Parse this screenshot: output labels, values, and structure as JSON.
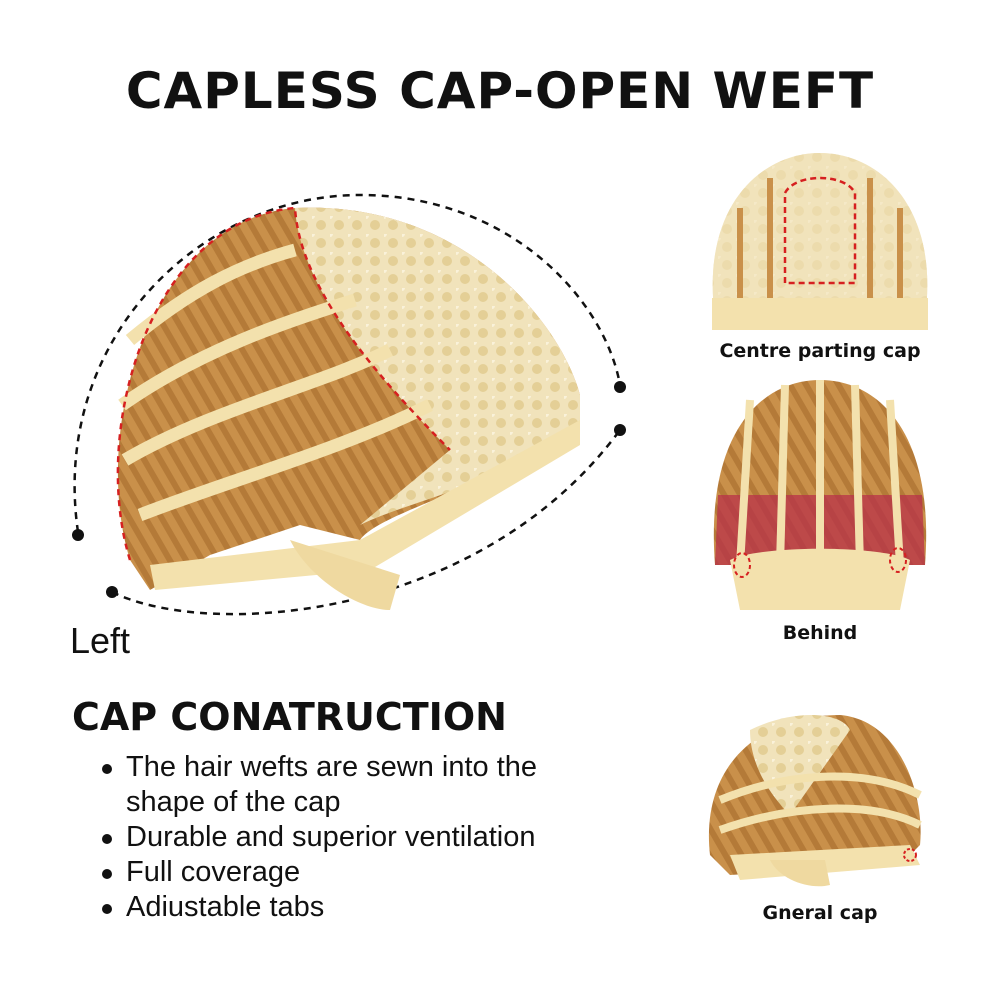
{
  "page": {
    "title": "CAPLESS CAP-OPEN WEFT",
    "main_view_label": "Left",
    "section_heading": "CAP CONATRUCTION",
    "bullets": [
      "The hair wefts are sewn into the shape of the cap",
      "Durable and superior ventilation",
      "Full coverage",
      "Adiustable tabs"
    ],
    "views": [
      {
        "label": "Centre parting cap"
      },
      {
        "label": "Behind"
      },
      {
        "label": "Gneral cap"
      }
    ]
  },
  "colors": {
    "hair": "#c9904a",
    "lace": "#f1e3bb",
    "accent_red": "#d62020",
    "band": "#f3e1ad",
    "text": "#111111"
  },
  "icons": [
    "wig-cap-left-view",
    "wig-cap-centre-parting-view",
    "wig-cap-behind-view",
    "wig-cap-general-view"
  ]
}
